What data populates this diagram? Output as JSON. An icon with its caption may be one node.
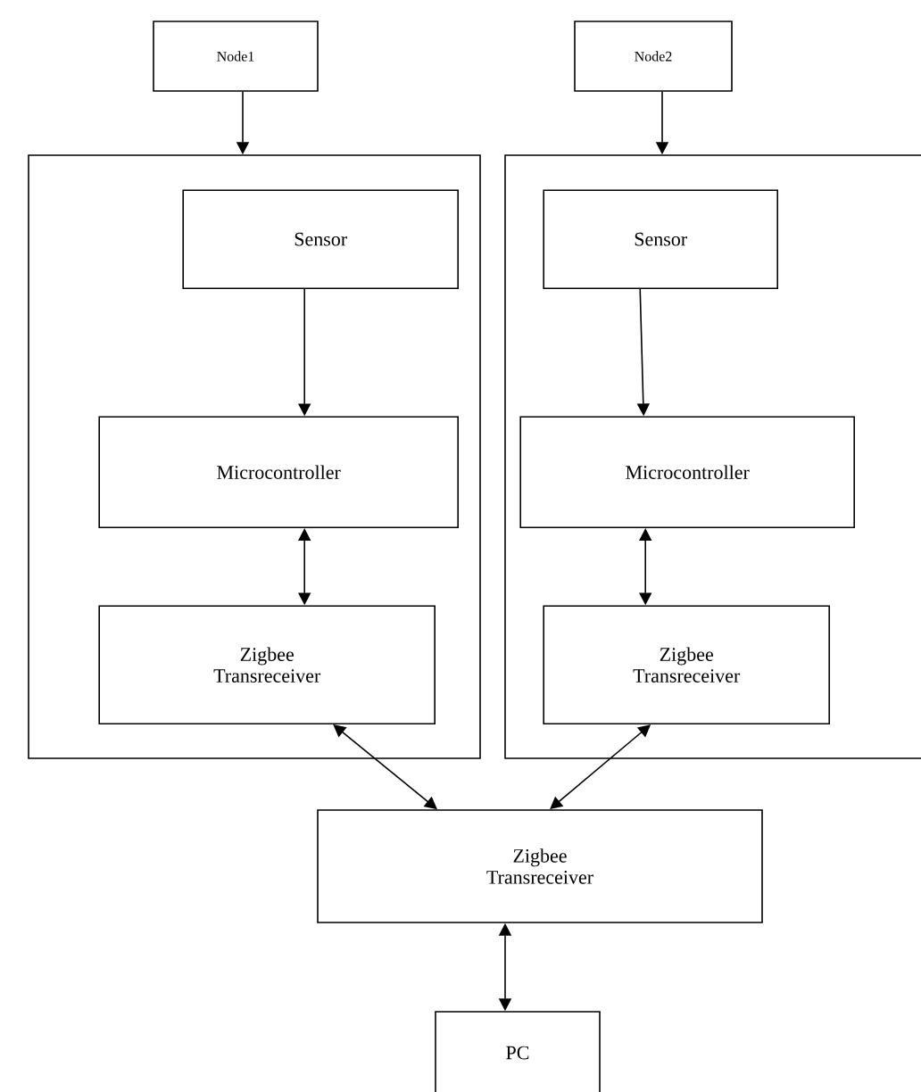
{
  "diagram": {
    "nodes": [
      {
        "text": [
          "Node1"
        ]
      },
      {
        "text": [
          "Node2"
        ]
      },
      {
        "text": [],
        "shape": "box"
      },
      {
        "text": [
          "Sensor"
        ],
        "in": 2
      },
      {
        "text": [
          "Microcontroller"
        ],
        "in": 2
      },
      {
        "text": [
          "Zigbee Transreceiver"
        ],
        "in": 2
      },
      {
        "text": [],
        "shape": "box"
      },
      {
        "text": [
          "Sensor"
        ],
        "in": 6
      },
      {
        "text": [
          "Microcontroller"
        ],
        "in": 6
      },
      {
        "text": [
          "Zigbee Transreceiver"
        ],
        "in": 6
      },
      {
        "text": [
          "Zigbee Transreceiver"
        ]
      },
      {
        "text": [
          "PC"
        ]
      }
    ],
    "edges": [
      {
        "from": 0,
        "to": 2,
        "arrow": "to"
      },
      {
        "from": 1,
        "to": 6,
        "arrow": "to"
      },
      {
        "from": 3,
        "to": 4,
        "arrow": "to"
      },
      {
        "from": 4,
        "to": 5,
        "arrow": "both"
      },
      {
        "from": 7,
        "to": 8,
        "arrow": "to"
      },
      {
        "from": 8,
        "to": 9,
        "arrow": "both"
      },
      {
        "from": 5,
        "to": 10,
        "arrow": "both"
      },
      {
        "from": 9,
        "to": 10,
        "arrow": "both"
      },
      {
        "from": 10,
        "to": 11,
        "arrow": "both"
      }
    ]
  }
}
